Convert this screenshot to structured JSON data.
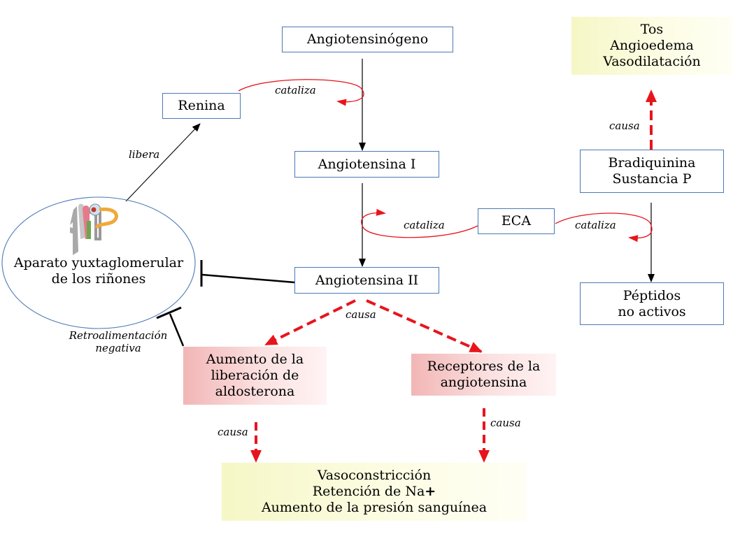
{
  "nodes": {
    "angiotensinogen": "Angiotensinógeno",
    "renin": "Renina",
    "angiotensin1": "Angiotensina I",
    "angiotensin2": "Angiotensina II",
    "eca": "ECA",
    "jga_line1": "Aparato yuxtaglomerular",
    "jga_line2": "de los riñones",
    "aldosterone_line1": "Aumento de la",
    "aldosterone_line2": "liberación de",
    "aldosterone_line3": "aldosterona",
    "receptors_line1": "Receptores de la",
    "receptors_line2": "angiotensina",
    "effects_line1": "Vasoconstricción",
    "effects_line2": "Retención de Na",
    "effects_line2_plus": "+",
    "effects_line3": "Aumento de la presión sanguínea",
    "bradykinin_line1": "Bradiquinina",
    "bradykinin_line2": "Sustancia P",
    "inactive_line1": "Péptidos",
    "inactive_line2": "no activos",
    "side_effects_line1": "Tos",
    "side_effects_line2": "Angioedema",
    "side_effects_line3": "Vasodilatación"
  },
  "labels": {
    "cataliza": "cataliza",
    "libera": "libera",
    "causa": "causa",
    "feedback_line1": "Retroalimentación",
    "feedback_line2": "negativa"
  },
  "colors": {
    "box_border": "#4a79b5",
    "cause_arrow": "#e8141c",
    "inhibit": "#000000",
    "pink_box": "#f2b6b6",
    "yellow_box": "#f5f7c6"
  },
  "icons": [
    "kidney-nephron-icon"
  ]
}
